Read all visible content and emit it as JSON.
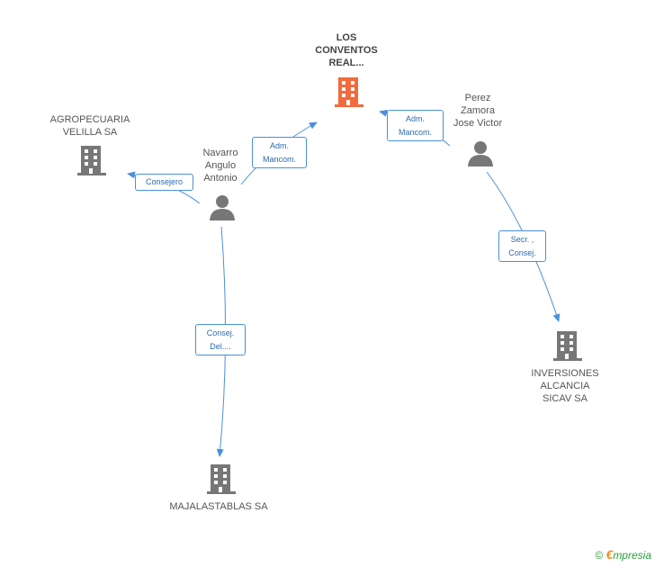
{
  "colors": {
    "main_company": "#f26a3d",
    "company": "#777777",
    "person": "#777777",
    "edge": "#4a90d9"
  },
  "nodes": {
    "los_conventos": {
      "lines": [
        "LOS",
        "CONVENTOS",
        "REAL..."
      ],
      "icon": "building-icon"
    },
    "agropecuaria": {
      "lines": [
        "AGROPECUARIA",
        "VELILLA SA"
      ],
      "icon": "building-icon"
    },
    "navarro": {
      "lines": [
        "Navarro",
        "Angulo",
        "Antonio"
      ],
      "icon": "person-icon"
    },
    "perez": {
      "lines": [
        "Perez",
        "Zamora",
        "Jose Victor"
      ],
      "icon": "person-icon"
    },
    "inversiones": {
      "lines": [
        "INVERSIONES",
        "ALCANCIA",
        "SICAV SA"
      ],
      "icon": "building-icon"
    },
    "majalastablas": {
      "lines": [
        "MAJALASTABLAS SA"
      ],
      "icon": "building-icon"
    }
  },
  "edges": {
    "navarro_conventos": {
      "lines": [
        "Adm.",
        "Mancom."
      ]
    },
    "perez_conventos": {
      "lines": [
        "Adm.",
        "Mancom."
      ]
    },
    "navarro_agro": {
      "lines": [
        "Consejero"
      ]
    },
    "perez_inversiones": {
      "lines": [
        "Secr. ,",
        "Consej."
      ]
    },
    "navarro_majala": {
      "lines": [
        "Consej.",
        "Del...."
      ]
    }
  },
  "footer": {
    "copyright": "©",
    "brand_e": "€",
    "brand_rest": "mpresia"
  }
}
